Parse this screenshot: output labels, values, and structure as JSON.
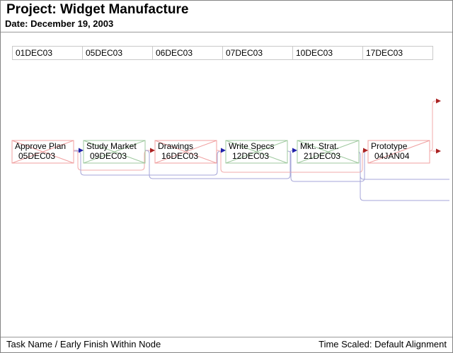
{
  "header": {
    "title": "Project: Widget Manufacture",
    "date": "Date: December 19, 2003"
  },
  "timescale": {
    "columns": [
      "01DEC03",
      "05DEC03",
      "06DEC03",
      "07DEC03",
      "10DEC03",
      "17DEC03"
    ]
  },
  "network": {
    "nodes": [
      {
        "task": "Approve Plan",
        "early_finish": "05DEC03",
        "border_color": "#f0a0a0"
      },
      {
        "task": "Study Market",
        "early_finish": "09DEC03",
        "border_color": "#9fc99f"
      },
      {
        "task": "Drawings",
        "early_finish": "16DEC03",
        "border_color": "#f0a0a0"
      },
      {
        "task": "Write Specs",
        "early_finish": "12DEC03",
        "border_color": "#9fc99f"
      },
      {
        "task": "Mkt. Strat.",
        "early_finish": "21DEC03",
        "border_color": "#9fc99f"
      },
      {
        "task": "Prototype",
        "early_finish": "04JAN04",
        "border_color": "#f0a0a0"
      }
    ],
    "edges": [
      {
        "from": "Approve Plan",
        "to": "Study Market",
        "line": "blue"
      },
      {
        "from": "Approve Plan",
        "to": "Drawings",
        "line": "pink"
      },
      {
        "from": "Approve Plan",
        "to": "Write Specs",
        "line": "blue"
      },
      {
        "from": "Study Market",
        "to": "Mkt. Strat.",
        "line": "blue"
      },
      {
        "from": "Drawings",
        "to": "Prototype",
        "line": "pink"
      },
      {
        "from": "Write Specs",
        "to": "Prototype",
        "line": "blue"
      },
      {
        "from": "Mkt. Strat.",
        "to": "continued-off-page",
        "line": "blue"
      },
      {
        "from": "Prototype",
        "to": "continued-off-page",
        "line": "pink"
      }
    ]
  },
  "footer": {
    "left": "Task Name / Early Finish Within Node",
    "right": "Time Scaled: Default Alignment"
  },
  "colors": {
    "pink_node": "#f0a0a0",
    "green_node": "#9fc99f",
    "pink_line": "#f2abab",
    "blue_line": "#a6a6d8",
    "red_arrow": "#aa2222",
    "blue_arrow": "#2222aa",
    "grid_border": "#c9c9c9",
    "page_border": "#848484"
  }
}
